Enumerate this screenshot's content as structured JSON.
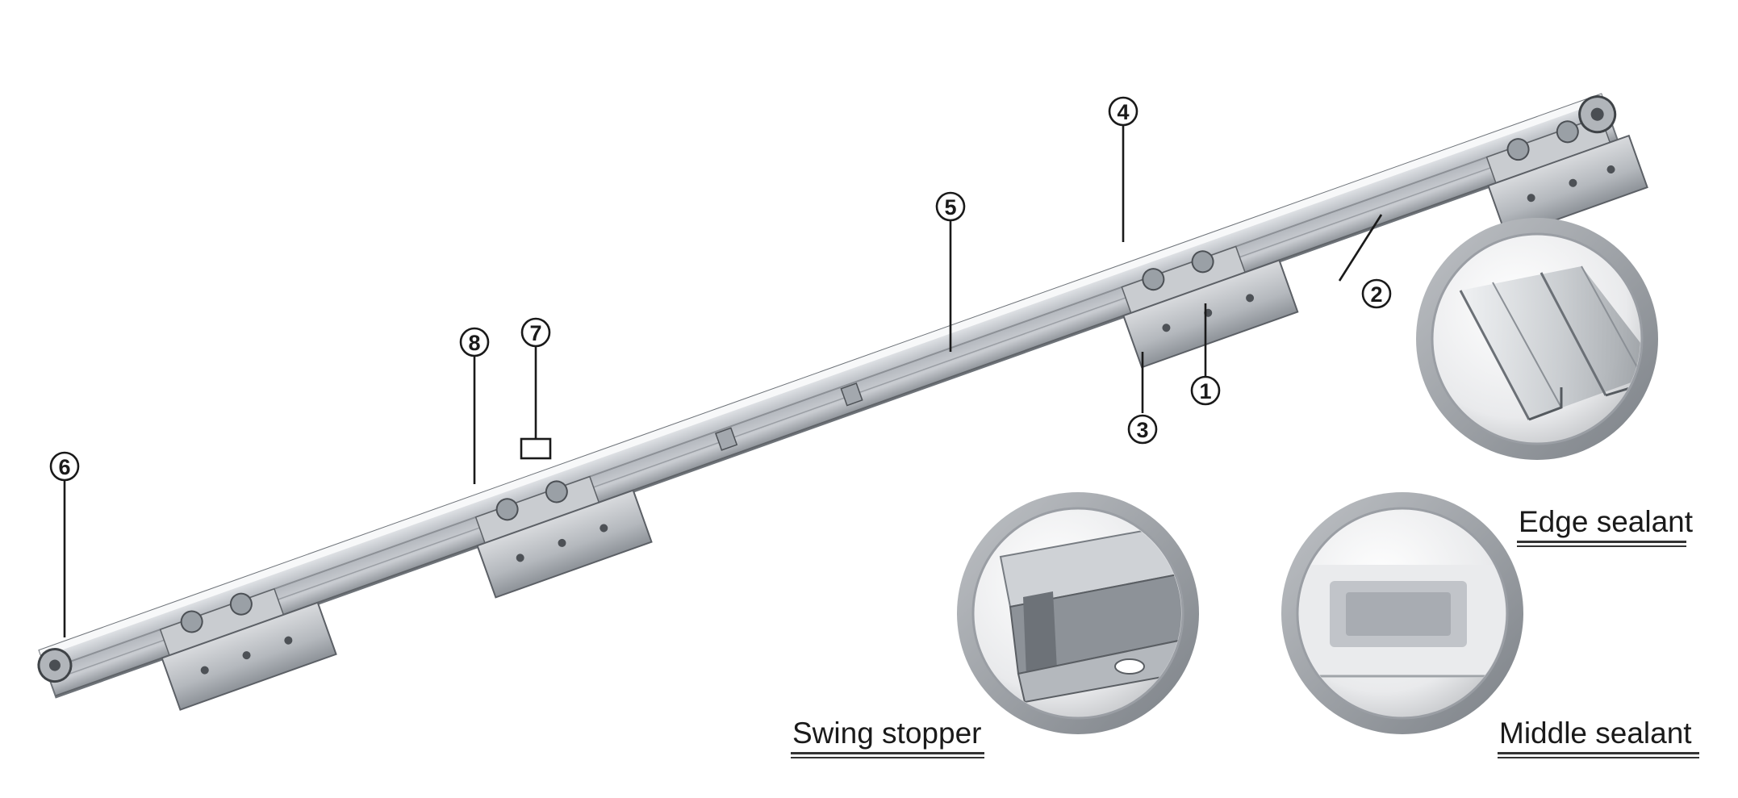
{
  "callouts": [
    "1",
    "2",
    "3",
    "4",
    "5",
    "6",
    "7",
    "8"
  ],
  "insets": {
    "edge_sealant": "Edge sealant",
    "swing_stopper": "Swing stopper",
    "middle_sealant": "Middle sealant"
  },
  "colors": {
    "rail_light": "#e4e6e9",
    "rail_mid": "#b9bdc2",
    "rail_dark": "#7d8288",
    "hanger": "#c4c7cb",
    "hanger_dark": "#6f7378",
    "label_ink": "#1a1a1a"
  },
  "icons": [
    "roller-wheel-icon",
    "door-hanger-icon",
    "rail-clip-icon"
  ]
}
